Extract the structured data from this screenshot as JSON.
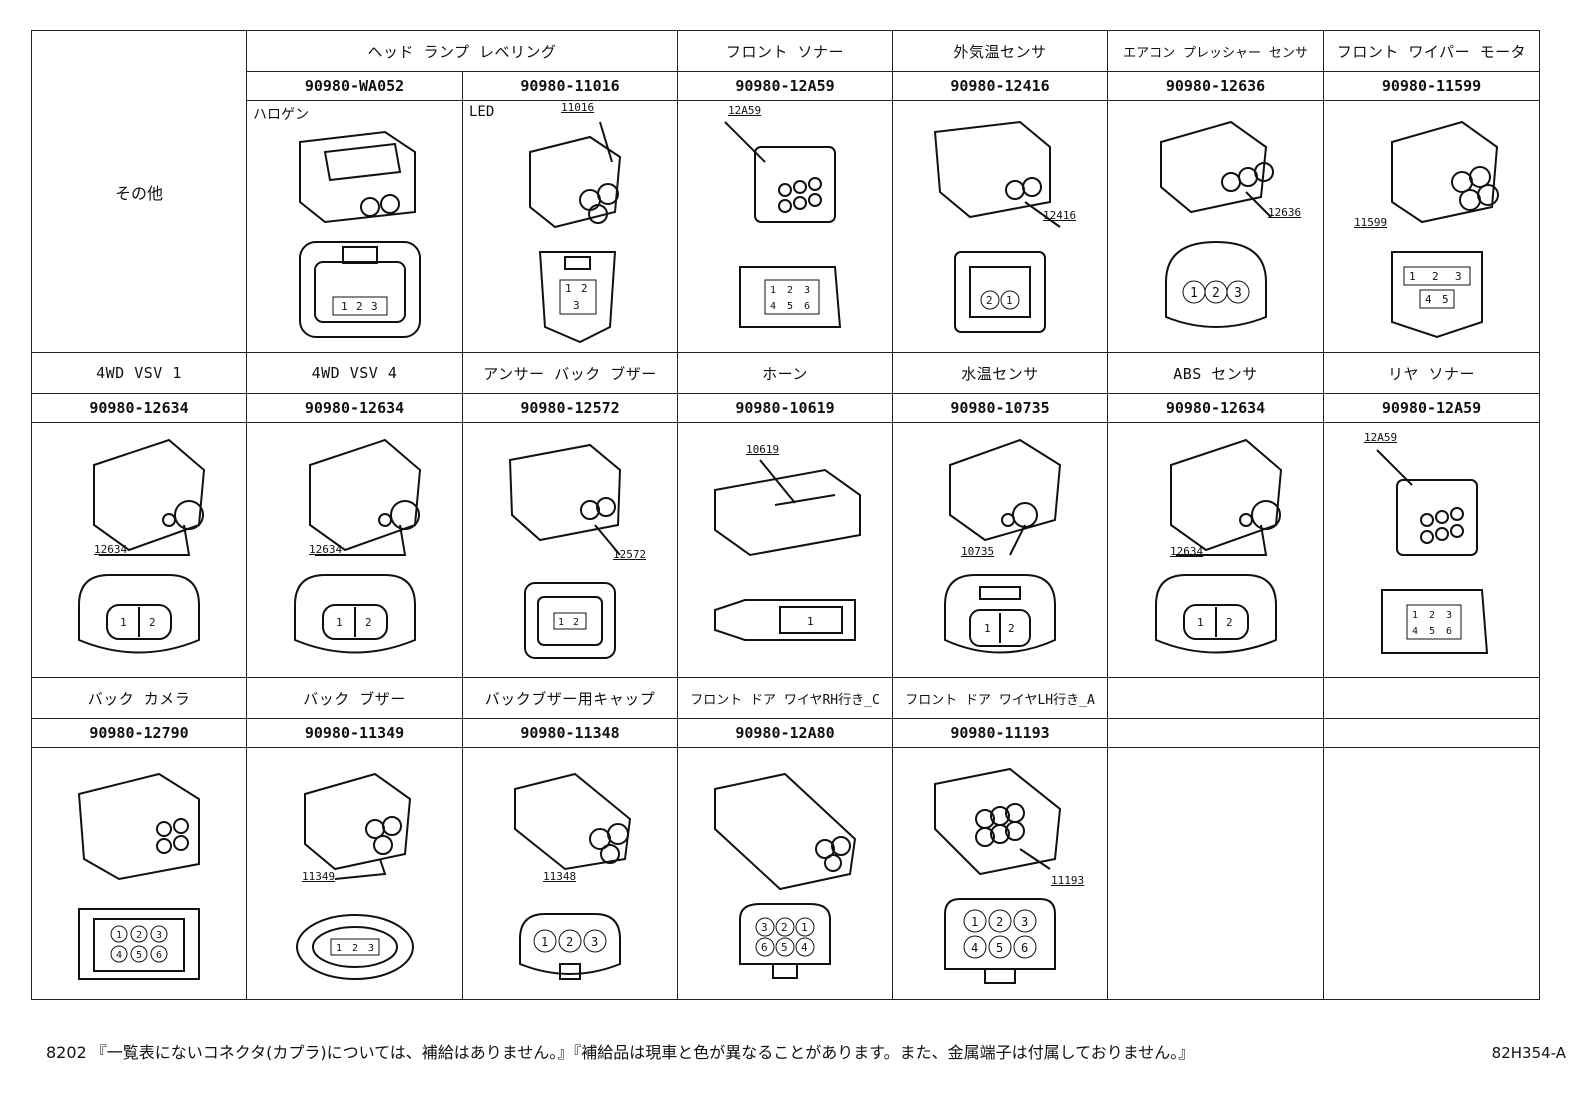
{
  "header": {
    "other_label": "その他",
    "group_headlamp": "ヘッド ランプ レベリング"
  },
  "row1": [
    {
      "name": "",
      "part": "90980-WA052",
      "tag": "ハロゲン",
      "callout": "",
      "pins": [
        "1",
        "2",
        "3"
      ]
    },
    {
      "name": "",
      "part": "90980-11016",
      "tag": "LED",
      "callout": "11016",
      "pins": [
        "1",
        "2",
        "3"
      ]
    },
    {
      "name": "フロント ソナー",
      "part": "90980-12A59",
      "tag": "",
      "callout": "12A59",
      "pins": [
        "1",
        "2",
        "3",
        "4",
        "5",
        "6"
      ]
    },
    {
      "name": "外気温センサ",
      "part": "90980-12416",
      "tag": "",
      "callout": "12416",
      "pins": [
        "2",
        "1"
      ]
    },
    {
      "name": "エアコン プレッシャー センサ",
      "part": "90980-12636",
      "tag": "",
      "callout": "12636",
      "pins": [
        "1",
        "2",
        "3"
      ]
    },
    {
      "name": "フロント ワイパー モータ",
      "part": "90980-11599",
      "tag": "",
      "callout": "11599",
      "pins": [
        "1",
        "2",
        "3",
        "4",
        "5"
      ]
    }
  ],
  "row2": [
    {
      "name": "4WD VSV 1",
      "part": "90980-12634",
      "callout": "12634",
      "pins": [
        "1",
        "2"
      ]
    },
    {
      "name": "4WD VSV 4",
      "part": "90980-12634",
      "callout": "12634",
      "pins": [
        "1",
        "2"
      ]
    },
    {
      "name": "アンサー バック ブザー",
      "part": "90980-12572",
      "callout": "12572",
      "pins": [
        "1",
        "2"
      ]
    },
    {
      "name": "ホーン",
      "part": "90980-10619",
      "callout": "10619",
      "pins": [
        "1"
      ]
    },
    {
      "name": "水温センサ",
      "part": "90980-10735",
      "callout": "10735",
      "pins": [
        "1",
        "2"
      ]
    },
    {
      "name": "ABS センサ",
      "part": "90980-12634",
      "callout": "12634",
      "pins": [
        "1",
        "2"
      ]
    },
    {
      "name": "リヤ ソナー",
      "part": "90980-12A59",
      "callout": "12A59",
      "pins": [
        "1",
        "2",
        "3",
        "4",
        "5",
        "6"
      ]
    }
  ],
  "row3": [
    {
      "name": "バック カメラ",
      "part": "90980-12790",
      "callout": "",
      "pins": [
        "1",
        "2",
        "3",
        "4",
        "5",
        "6"
      ]
    },
    {
      "name": "バック ブザー",
      "part": "90980-11349",
      "callout": "11349",
      "pins": [
        "1",
        "2",
        "3"
      ]
    },
    {
      "name": "バックブザー用キャップ",
      "part": "90980-11348",
      "callout": "11348",
      "pins": [
        "1",
        "2",
        "3"
      ]
    },
    {
      "name": "フロント ドア ワイヤRH行き_C",
      "part": "90980-12A80",
      "callout": "",
      "pins": [
        "3",
        "2",
        "1",
        "6",
        "5",
        "4"
      ]
    },
    {
      "name": "フロント ドア ワイヤLH行き_A",
      "part": "90980-11193",
      "callout": "11193",
      "pins": [
        "1",
        "2",
        "3",
        "4",
        "5",
        "6"
      ]
    },
    {
      "name": "",
      "part": "",
      "callout": "",
      "pins": []
    },
    {
      "name": "",
      "part": "",
      "callout": "",
      "pins": []
    }
  ],
  "footer": {
    "page": "8202",
    "note": "『一覧表にないコネクタ(カプラ)については、補給はありません。』『補給品は現車と色が異なることがあります。また、金属端子は付属しておりません。』",
    "doc_id": "82H354-A"
  }
}
